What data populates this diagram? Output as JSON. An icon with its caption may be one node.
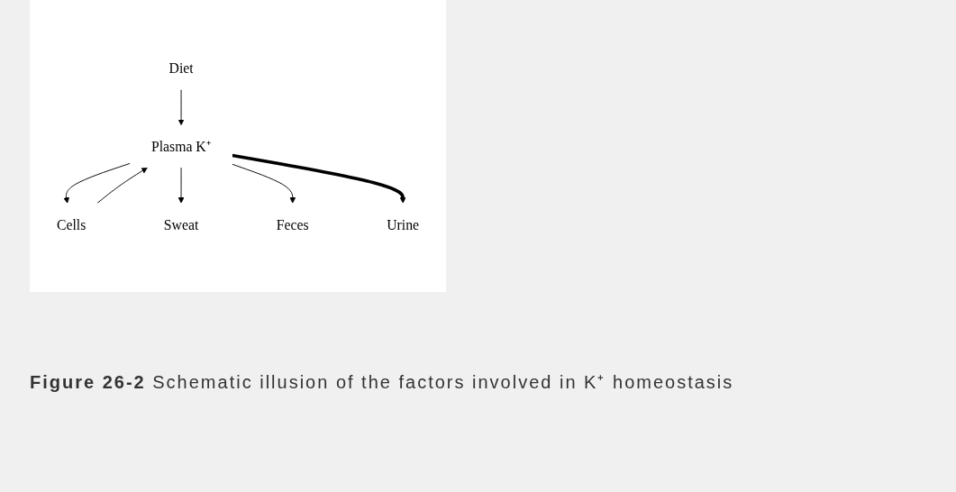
{
  "diagram": {
    "caption": "**Figure 26-2** Schematic illusion of the factors involved in K⁺ homeostasis",
    "nodes": [
      {
        "text": [
          "Diet"
        ]
      },
      {
        "text": [
          "Plasma K⁺"
        ]
      },
      {
        "text": [
          "Cells"
        ]
      },
      {
        "text": [
          "Sweat"
        ]
      },
      {
        "text": [
          "Feces"
        ]
      },
      {
        "text": [
          "Urine"
        ]
      }
    ],
    "edges": [
      {
        "from": 0,
        "to": 1,
        "arrow": "to"
      },
      {
        "from": 1,
        "to": 2,
        "arrow": "to"
      },
      {
        "from": 2,
        "to": 1,
        "arrow": "to"
      },
      {
        "from": 1,
        "to": 3,
        "arrow": "to"
      },
      {
        "from": 1,
        "to": 4,
        "arrow": "to"
      },
      {
        "from": 1,
        "to": 5,
        "arrow": "to",
        "style": "thick"
      }
    ]
  }
}
